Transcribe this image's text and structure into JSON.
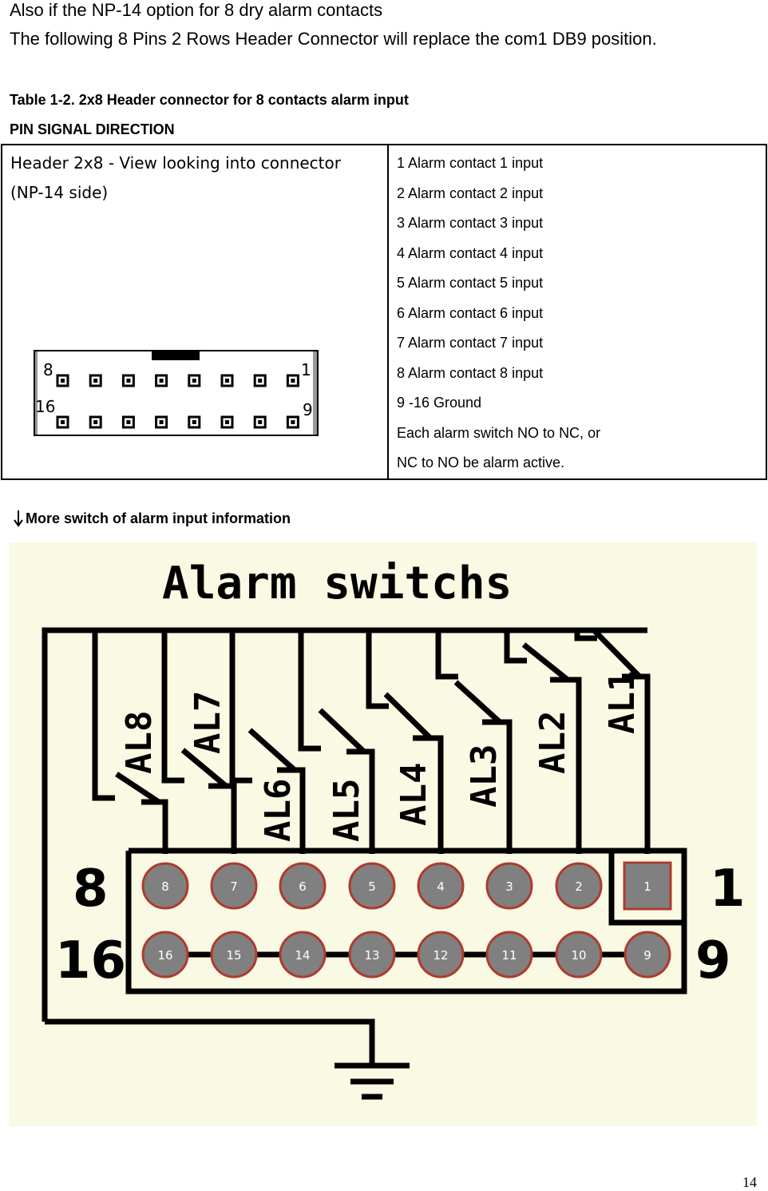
{
  "intro": {
    "line1": "Also if the NP-14 option for 8 dry alarm contacts",
    "line2": "The following 8 Pins 2 Rows Header Connector will replace the com1 DB9 position."
  },
  "table_caption": "Table 1-2. 2x8 Header connector for 8 contacts alarm input",
  "column_caption": "PIN SIGNAL DIRECTION",
  "header_cell": {
    "line1": "Header 2x8 - View looking into connector",
    "line2": "(NP-14 side)",
    "pin_labels": {
      "top_left": "8",
      "top_right": "1",
      "bottom_left": "16",
      "bottom_right": "9"
    }
  },
  "pin_rows": [
    "1 Alarm contact 1 input",
    "2 Alarm contact 2 input",
    "3 Alarm contact 3 input",
    "4 Alarm contact 4 input",
    "5 Alarm contact 5 input",
    "6 Alarm contact 6 input",
    "7 Alarm contact 7 input",
    "8 Alarm contact 8 input",
    "9 -16 Ground",
    "Each alarm switch NO to NC, or",
    "NC to NO be alarm active."
  ],
  "more_info": {
    "icon": "arrow-down-icon",
    "text": "More switch of alarm input information"
  },
  "diagram": {
    "title": "Alarm switchs",
    "switch_labels": [
      "AL8",
      "AL7",
      "AL6",
      "AL5",
      "AL4",
      "AL3",
      "AL2",
      "AL1"
    ],
    "top_pins": [
      "8",
      "7",
      "6",
      "5",
      "4",
      "3",
      "2",
      "1"
    ],
    "bottom_pins": [
      "16",
      "15",
      "14",
      "13",
      "12",
      "11",
      "10",
      "9"
    ],
    "row_labels": {
      "top_left": "8",
      "bottom_left": "16",
      "top_right": "1",
      "bottom_right": "9"
    },
    "colors": {
      "background": "#fafae4",
      "pin_fill": "#808080",
      "pin_ring": "#b03a2e",
      "pin_text": "#ffffff"
    }
  },
  "page_number": "14"
}
